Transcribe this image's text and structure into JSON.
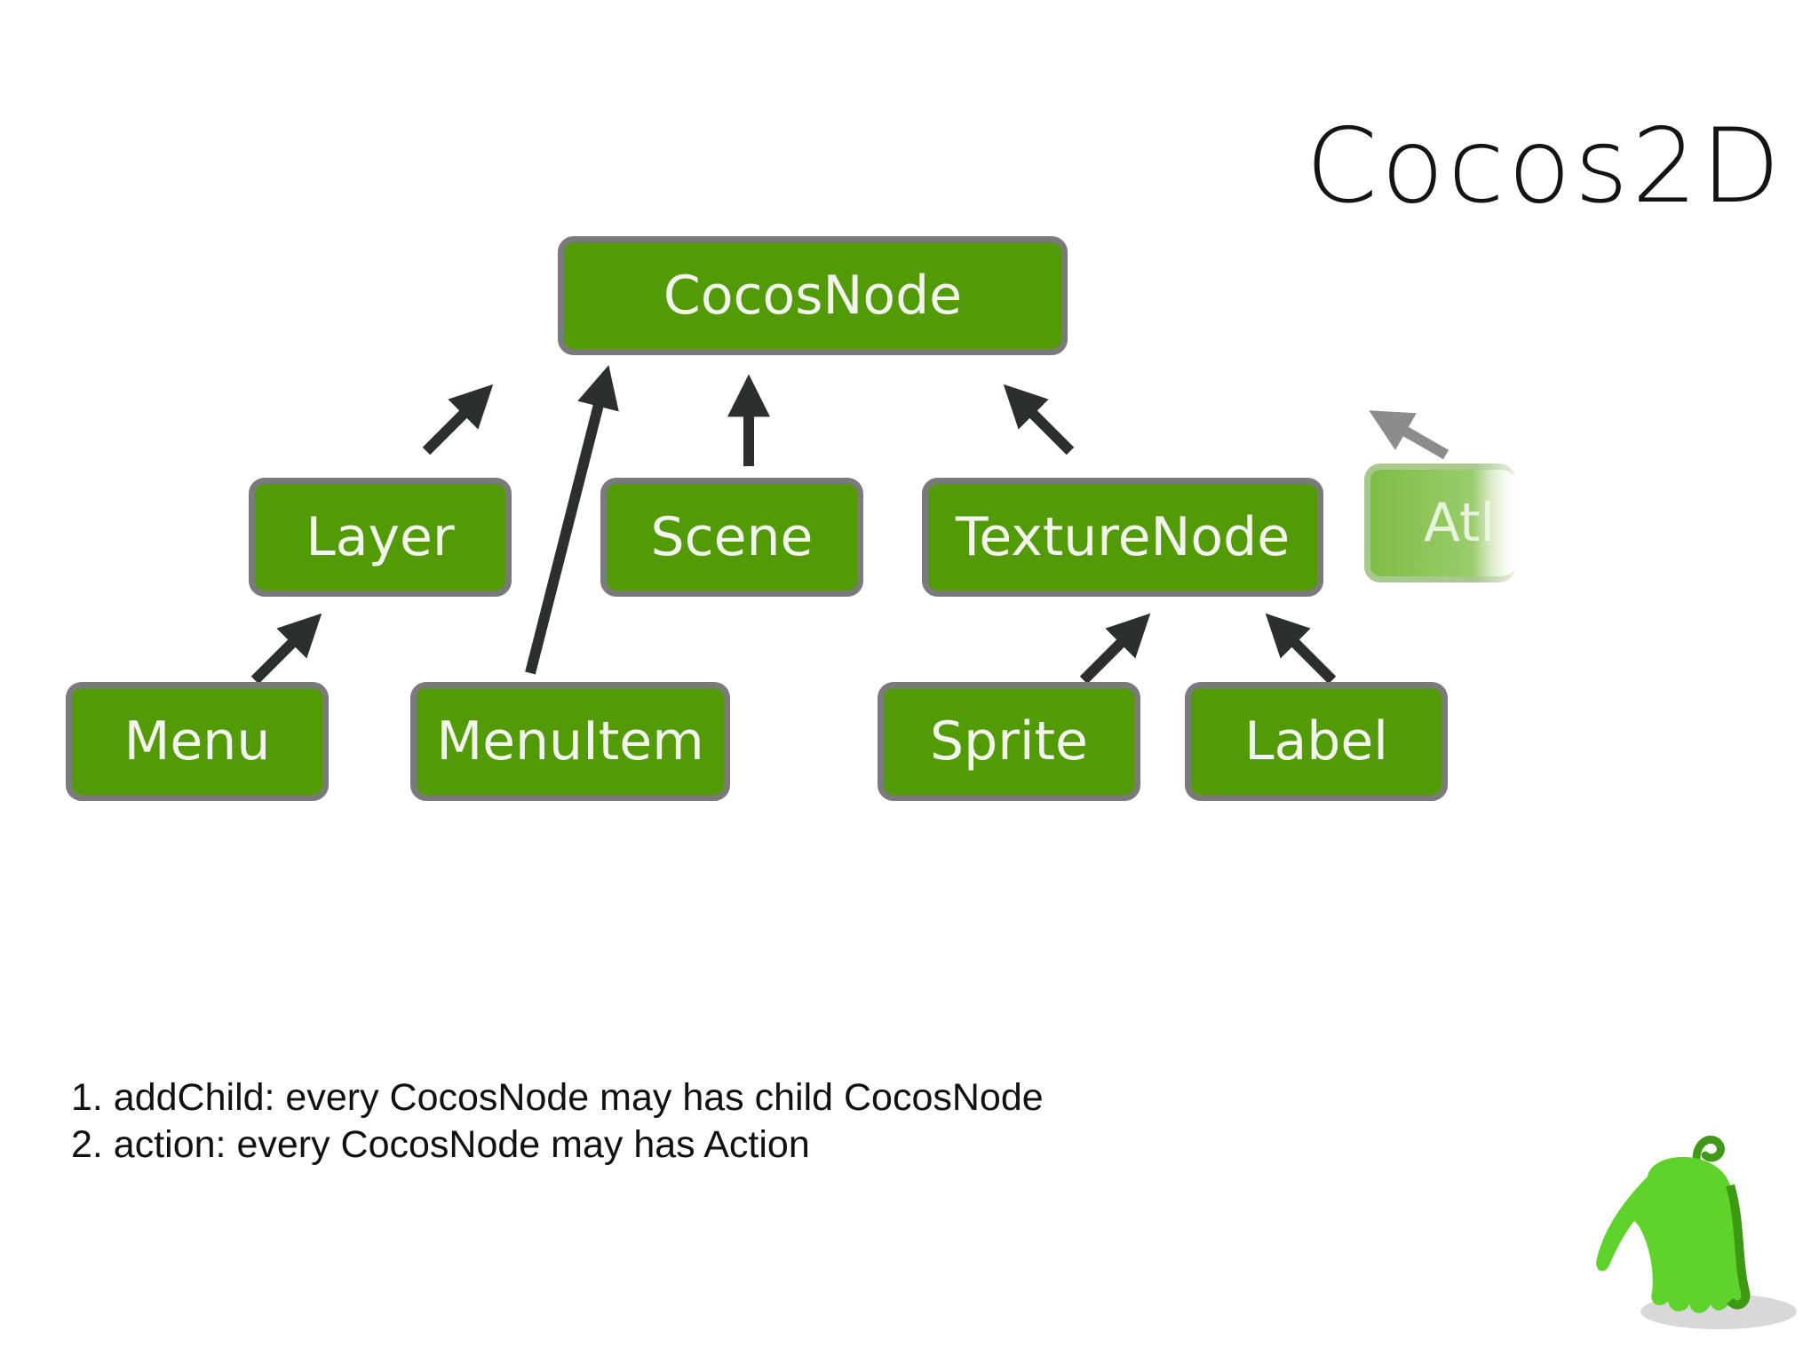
{
  "slide": {
    "title": "Cocos2D",
    "nodes": {
      "cocosnode": "CocosNode",
      "layer": "Layer",
      "scene": "Scene",
      "texturenode": "TextureNode",
      "atlas_partial": "Atl",
      "menu": "Menu",
      "menuitem": "MenuItem",
      "sprite": "Sprite",
      "label": "Label"
    },
    "notes": [
      "1. addChild: every CocosNode may has child CocosNode",
      "2. action: every CocosNode may has Action"
    ]
  },
  "colors": {
    "node_fill": "#529b06",
    "node_border": "#7a7a7a",
    "node_text": "#f4f4ee",
    "arrow": "#2b2f30",
    "mascot": "#5fd22c"
  }
}
